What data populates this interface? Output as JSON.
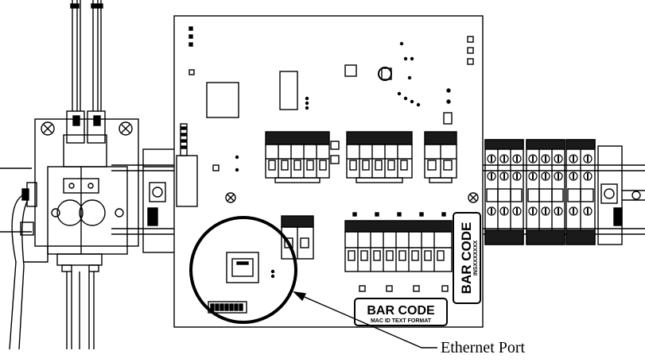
{
  "labels": {
    "callout": "Ethernet Port",
    "barcode_bottom_title": "BAR CODE",
    "barcode_bottom_sub": "MAC ID TEXT FORMAT",
    "barcode_side_title": "BAR CODE",
    "barcode_side_sub": "INSXXXXXXX"
  },
  "colors": {
    "stroke": "#000000",
    "fill": "#ffffff",
    "dark": "#1a1a1a"
  }
}
